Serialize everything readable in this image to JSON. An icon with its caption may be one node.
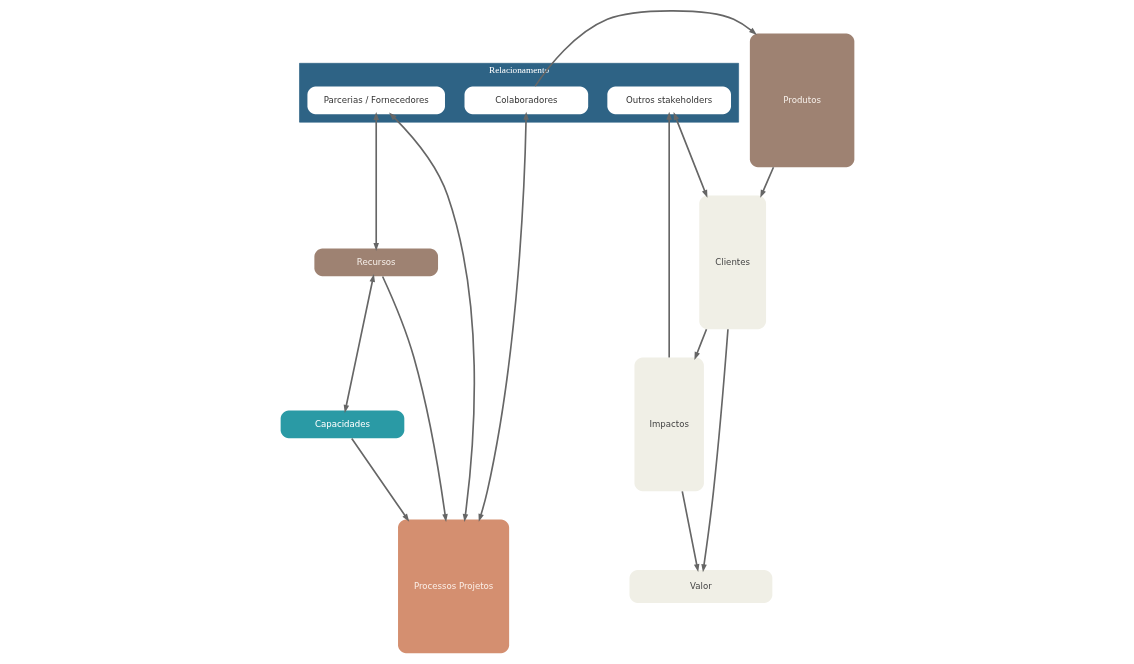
{
  "diagram": {
    "nodes": [
      {
        "text": [
          "Relacionamento"
        ]
      },
      {
        "text": [
          "Parcerias / Fornecedores"
        ],
        "in": 0
      },
      {
        "text": [
          "Colaboradores"
        ],
        "in": 0
      },
      {
        "text": [
          "Outros stakeholders"
        ],
        "in": 0
      },
      {
        "text": [
          "Recursos"
        ]
      },
      {
        "text": [
          "Capacidades"
        ]
      },
      {
        "text": [
          "Processos Projetos"
        ]
      },
      {
        "text": [
          "Produtos"
        ]
      },
      {
        "text": [
          "Clientes"
        ]
      },
      {
        "text": [
          "Impactos"
        ]
      },
      {
        "text": [
          "Valor"
        ]
      }
    ],
    "edges": [
      {
        "from": 1,
        "to": 4,
        "arrow": "both"
      },
      {
        "from": 1,
        "to": 6,
        "arrow": "both"
      },
      {
        "from": 2,
        "to": 6,
        "arrow": "both"
      },
      {
        "from": 2,
        "to": 7,
        "arrow": "to"
      },
      {
        "from": 3,
        "to": 8,
        "arrow": "both"
      },
      {
        "from": 9,
        "to": 3,
        "arrow": "to"
      },
      {
        "from": 4,
        "to": 5,
        "arrow": "both"
      },
      {
        "from": 4,
        "to": 6,
        "arrow": "to"
      },
      {
        "from": 5,
        "to": 6,
        "arrow": "to"
      },
      {
        "from": 7,
        "to": 8,
        "arrow": "to"
      },
      {
        "from": 8,
        "to": 9,
        "arrow": "to"
      },
      {
        "from": 8,
        "to": 10,
        "arrow": "to"
      },
      {
        "from": 9,
        "to": 10,
        "arrow": "to"
      }
    ]
  }
}
